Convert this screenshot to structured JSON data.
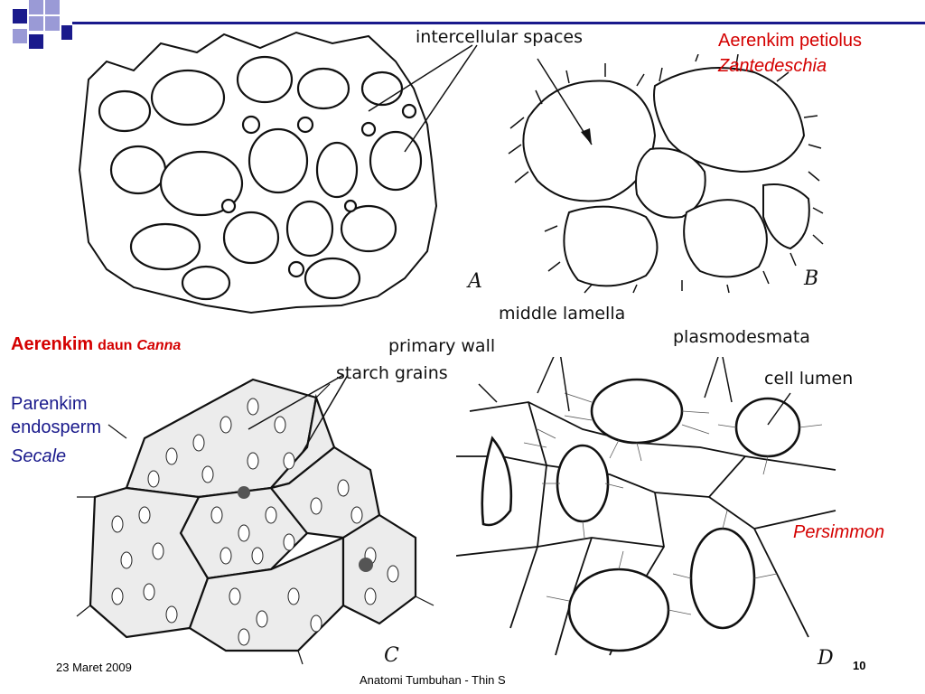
{
  "slide": {
    "number": "10",
    "footer_date": "23 Maret 2009",
    "footer_title": "Anatomi Tumbuhan - Thin S"
  },
  "colors": {
    "deco_dark": "#1a1a8c",
    "deco_light": "#9a9ad6",
    "red": "#d40000",
    "navy": "#1a1a8c"
  },
  "captions": {
    "aerenkim_petiolus_line1": "Aerenkim petiolus",
    "aerenkim_petiolus_line2": "Zantedeschia",
    "aerenkim_daun_bold": "Aerenkim",
    "aerenkim_daun_word": "daun",
    "aerenkim_daun_species": "Canna",
    "parenkim_line1": "Parenkim",
    "parenkim_line2": "endosperm",
    "parenkim_line3": "Secale",
    "persimmon": "Persimmon"
  },
  "figure_labels": {
    "intercellular_spaces": "intercellular spaces",
    "middle_lamella": "middle lamella",
    "primary_wall": "primary wall",
    "plasmodesmata": "plasmodesmata",
    "starch_grains": "starch grains",
    "cell_lumen": "cell lumen",
    "panel_a": "A",
    "panel_b": "B",
    "panel_c": "C",
    "panel_d": "D"
  }
}
